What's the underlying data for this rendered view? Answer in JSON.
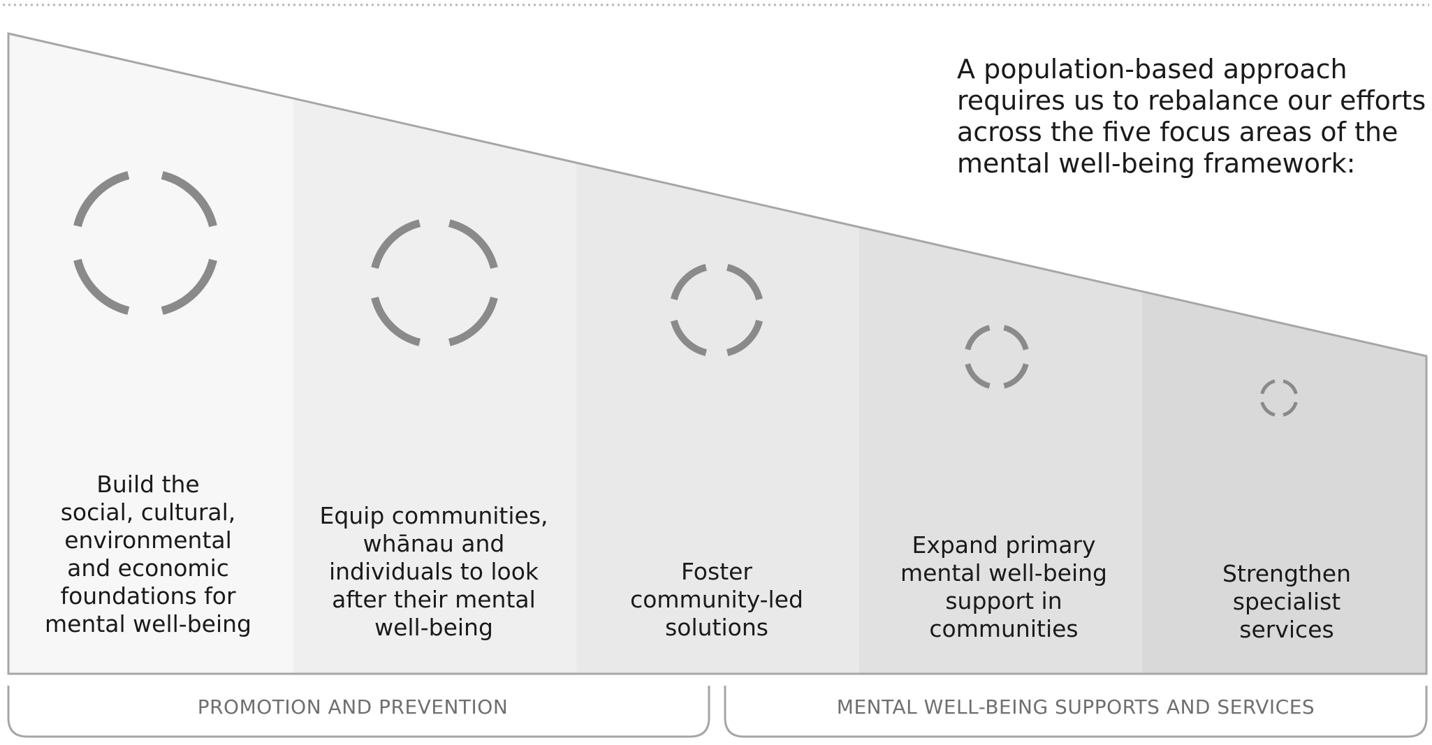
{
  "intro_text": [
    "A population-based approach",
    "requires us to rebalance our efforts",
    "across the five focus areas of the",
    "mental well-being framework:"
  ],
  "focus_areas": [
    {
      "lines": [
        "Build the",
        "social, cultural,",
        "environmental",
        "and economic",
        "foundations for",
        "mental well-being"
      ],
      "fill": "#f7f7f7"
    },
    {
      "lines": [
        "Equip communities,",
        "whānau and",
        "individuals to look",
        "after their mental",
        "well-being"
      ],
      "fill": "#efefef"
    },
    {
      "lines": [
        "Foster",
        "community-led",
        "solutions"
      ],
      "fill": "#e9e9e9"
    },
    {
      "lines": [
        "Expand primary",
        "mental well-being",
        "support in",
        "communities"
      ],
      "fill": "#e1e1e1"
    },
    {
      "lines": [
        "Strengthen",
        "specialist",
        "services"
      ],
      "fill": "#d9d9d9"
    }
  ],
  "groups": [
    {
      "label": "PROMOTION AND PREVENTION"
    },
    {
      "label": "MENTAL WELL-BEING SUPPORTS AND SERVICES"
    }
  ],
  "colors": {
    "ring": "#8a8a8a",
    "outline": "#a6a6a6",
    "text": "#1a1a1a",
    "group_label": "#6f6f6f",
    "dotted_rule": "#b5b5b5"
  }
}
